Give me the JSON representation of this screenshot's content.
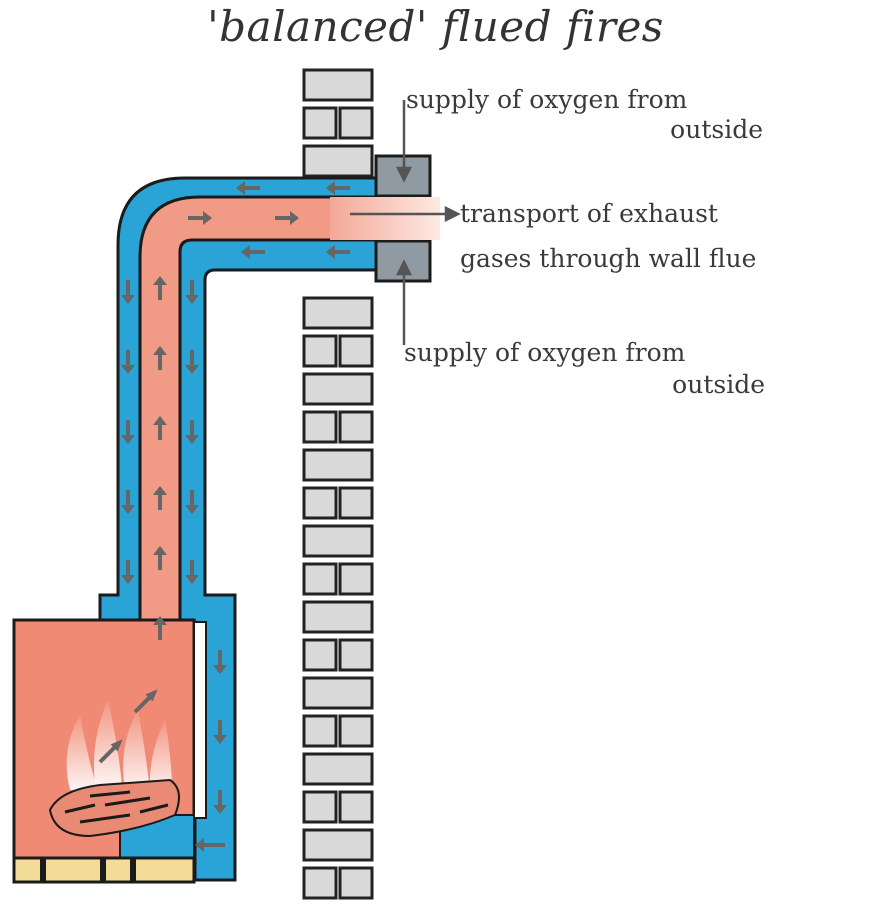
{
  "title": "'balanced' flued fires",
  "labels": {
    "top_supply_line1": "supply of oxygen from",
    "top_supply_line2": "outside",
    "exhaust_line1": "transport of exhaust",
    "exhaust_line2": "gases through wall flue",
    "bottom_supply_line1": "supply of oxygen from",
    "bottom_supply_line2": "outside"
  },
  "colors": {
    "hot": "#f08a74",
    "hot_light": "#f7b7a6",
    "cold": "#2aa3d6",
    "brick": "#d9d9d9",
    "outline": "#222222",
    "arrow": "#666666",
    "base": "#f3dc97"
  },
  "icons": [
    "flame-icon",
    "arrow-icon"
  ]
}
